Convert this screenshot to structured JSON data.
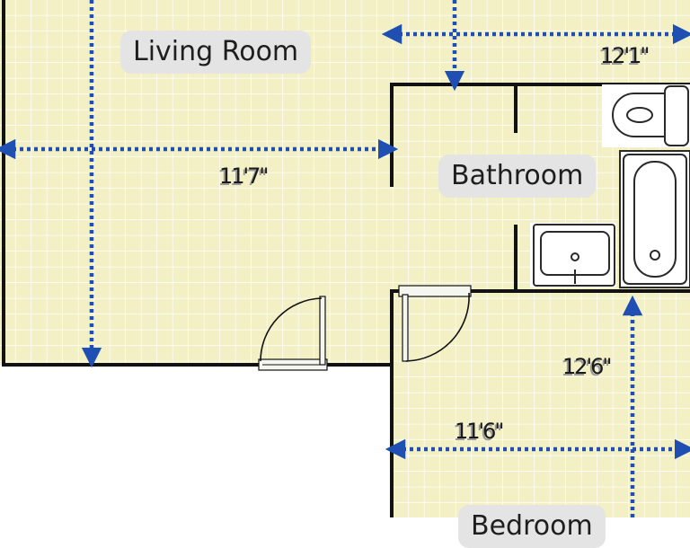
{
  "rooms": {
    "living_room": "Living Room",
    "bathroom": "Bathroom",
    "bedroom": "Bedroom"
  },
  "dimensions": {
    "living_width": "11'7\"",
    "living_depth": "12'1\"",
    "bedroom_width": "11'6\"",
    "bedroom_depth": "12'6\""
  },
  "colors": {
    "floor": "#f2f0c4",
    "grid": "#ffffff",
    "wall": "#121212",
    "dimension_line": "#1f4fb3",
    "label_bg": "#e4e4e4"
  },
  "icons": [
    "toilet-icon",
    "bathtub-icon",
    "sink-icon",
    "door-swing-icon"
  ]
}
